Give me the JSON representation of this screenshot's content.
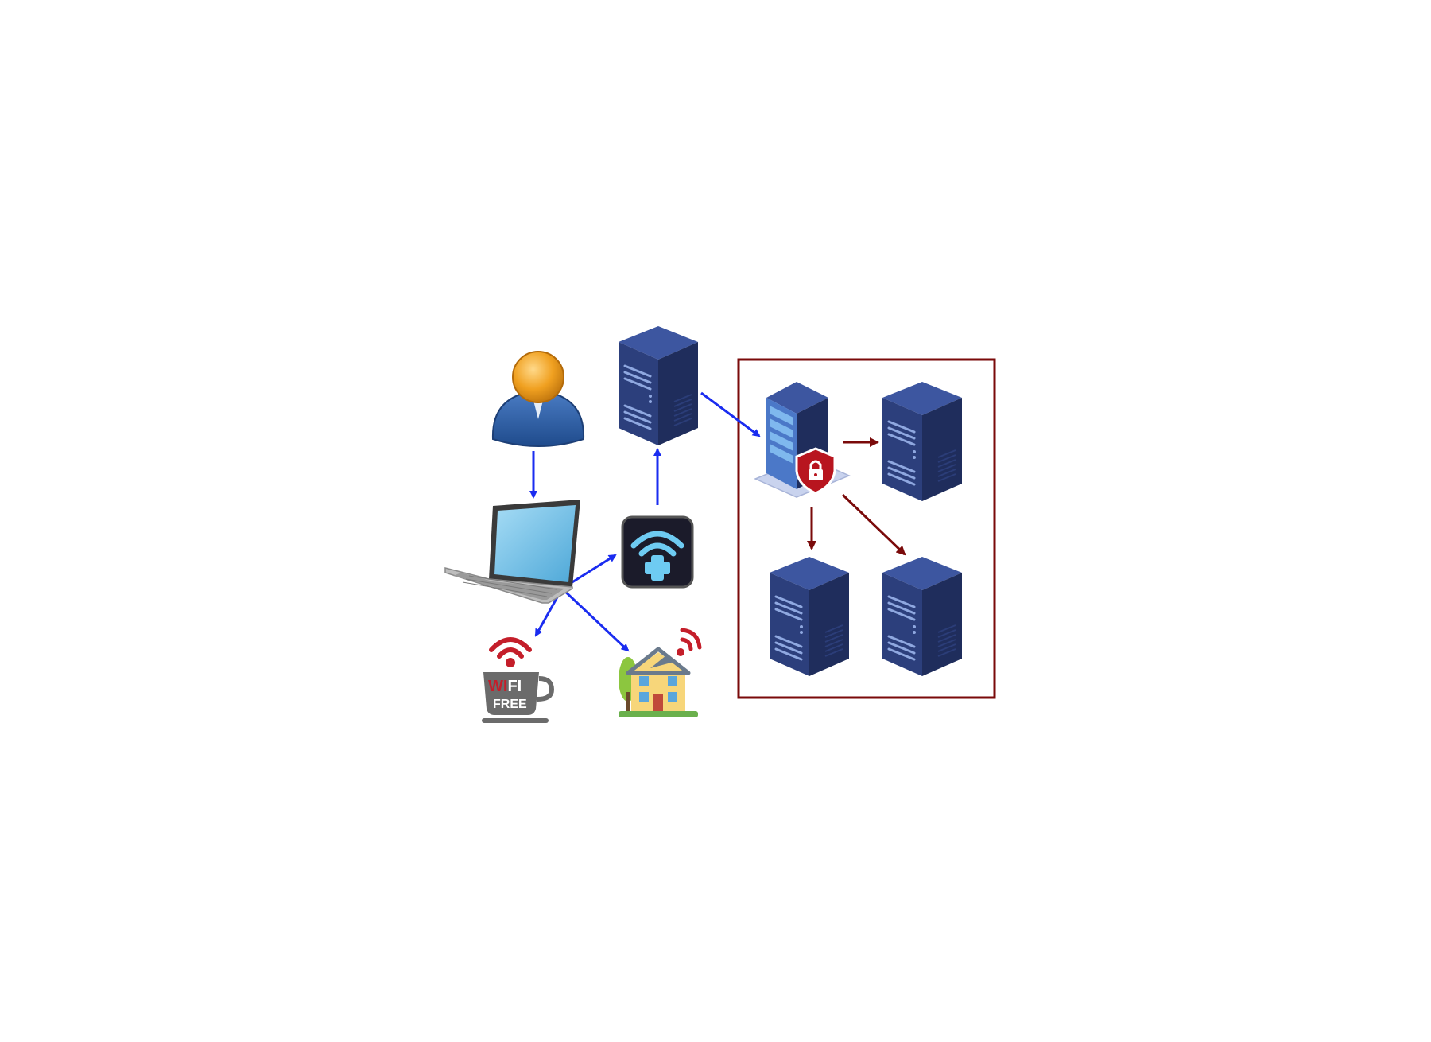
{
  "diagram": {
    "colors": {
      "blue_arrow": "#1a2cf0",
      "red_arrow": "#7a0a0a",
      "boundary": "#7a0a0a",
      "server_dark": "#1f2d5c",
      "server_mid": "#2c3f7c",
      "server_light": "#3d56a0",
      "wifi_red": "#c41e2a",
      "cup_gray": "#6b6b6b",
      "user_orange": "#f0a020",
      "user_blue": "#2f5fa8",
      "laptop_screen": "#7fc8ec",
      "router_bg": "#1b1b2a",
      "router_cyan": "#6ecbf2"
    },
    "nodes": [
      {
        "id": "user",
        "icon": "user-icon"
      },
      {
        "id": "laptop",
        "icon": "laptop-icon"
      },
      {
        "id": "public-wifi",
        "icon": "free-wifi-cup-icon"
      },
      {
        "id": "home-network",
        "icon": "home-wifi-icon"
      },
      {
        "id": "wifi-router",
        "icon": "wifi-plus-icon"
      },
      {
        "id": "gateway-server",
        "icon": "server-icon"
      },
      {
        "id": "secure-server",
        "icon": "secure-server-lock-icon"
      },
      {
        "id": "server-right",
        "icon": "server-icon"
      },
      {
        "id": "server-bottom-left",
        "icon": "server-icon"
      },
      {
        "id": "server-bottom-right",
        "icon": "server-icon"
      }
    ],
    "edges": [
      {
        "from": "user",
        "to": "laptop",
        "color": "blue"
      },
      {
        "from": "laptop",
        "to": "public-wifi",
        "color": "blue"
      },
      {
        "from": "laptop",
        "to": "home-network",
        "color": "blue"
      },
      {
        "from": "laptop",
        "to": "wifi-router",
        "color": "blue"
      },
      {
        "from": "wifi-router",
        "to": "gateway-server",
        "color": "blue"
      },
      {
        "from": "gateway-server",
        "to": "secure-server",
        "color": "blue"
      },
      {
        "from": "secure-server",
        "to": "server-right",
        "color": "red"
      },
      {
        "from": "secure-server",
        "to": "server-bottom-left",
        "color": "red"
      },
      {
        "from": "secure-server",
        "to": "server-bottom-right",
        "color": "red"
      }
    ],
    "cup_text": {
      "wifi_part1": "WI",
      "wifi_part2": "FI",
      "free": "FREE"
    }
  }
}
